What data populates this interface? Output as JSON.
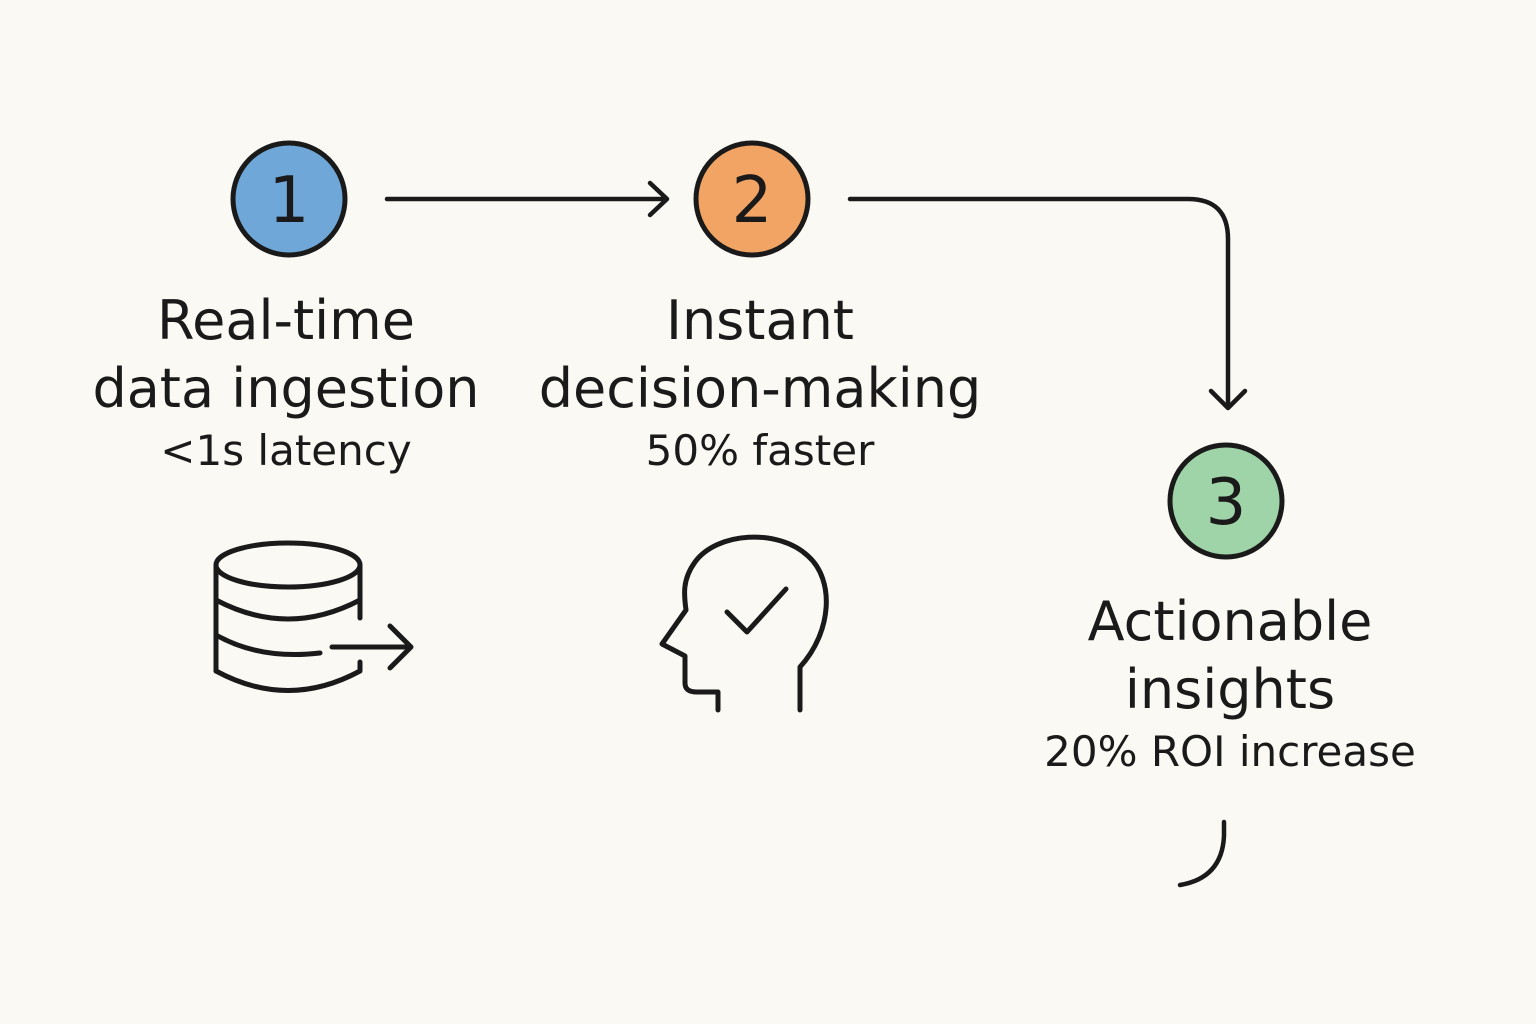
{
  "steps": [
    {
      "number": "1",
      "title_line1": "Real-time",
      "title_line2": "data ingestion",
      "metric": "<1s latency",
      "circle_color": "#6fa8d8",
      "icon": "database-export-icon"
    },
    {
      "number": "2",
      "title_line1": "Instant",
      "title_line2": "decision-making",
      "metric": "50% faster",
      "circle_color": "#f2a464",
      "icon": "head-checkmark-icon"
    },
    {
      "number": "3",
      "title_line1": "Actionable",
      "title_line2": "insights",
      "metric": "20% ROI increase",
      "circle_color": "#9fd3a8",
      "icon": null
    }
  ],
  "colors": {
    "background": "#faf9f4",
    "stroke": "#1a1a1a"
  }
}
